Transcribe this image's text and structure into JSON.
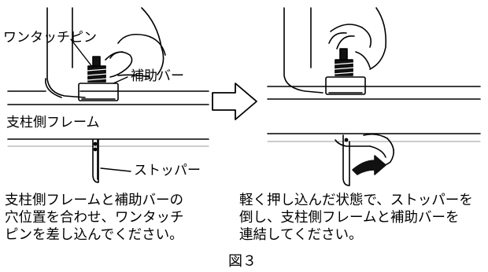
{
  "labels": {
    "one_touch_pin": "ワンタッチピン",
    "aux_bar": "補助バー",
    "pillar_frame": "支柱側フレーム",
    "stopper": "ストッパー"
  },
  "captions": {
    "left": "支柱側フレームと補助バーの\n穴位置を合わせ、ワンタッチ\nピンを差し込んでください。",
    "right": "軽く押し込んだ状態で、ストッパーを\n倒し、支柱側フレームと補助バーを\n連結してください。"
  },
  "figure_label": "図３"
}
